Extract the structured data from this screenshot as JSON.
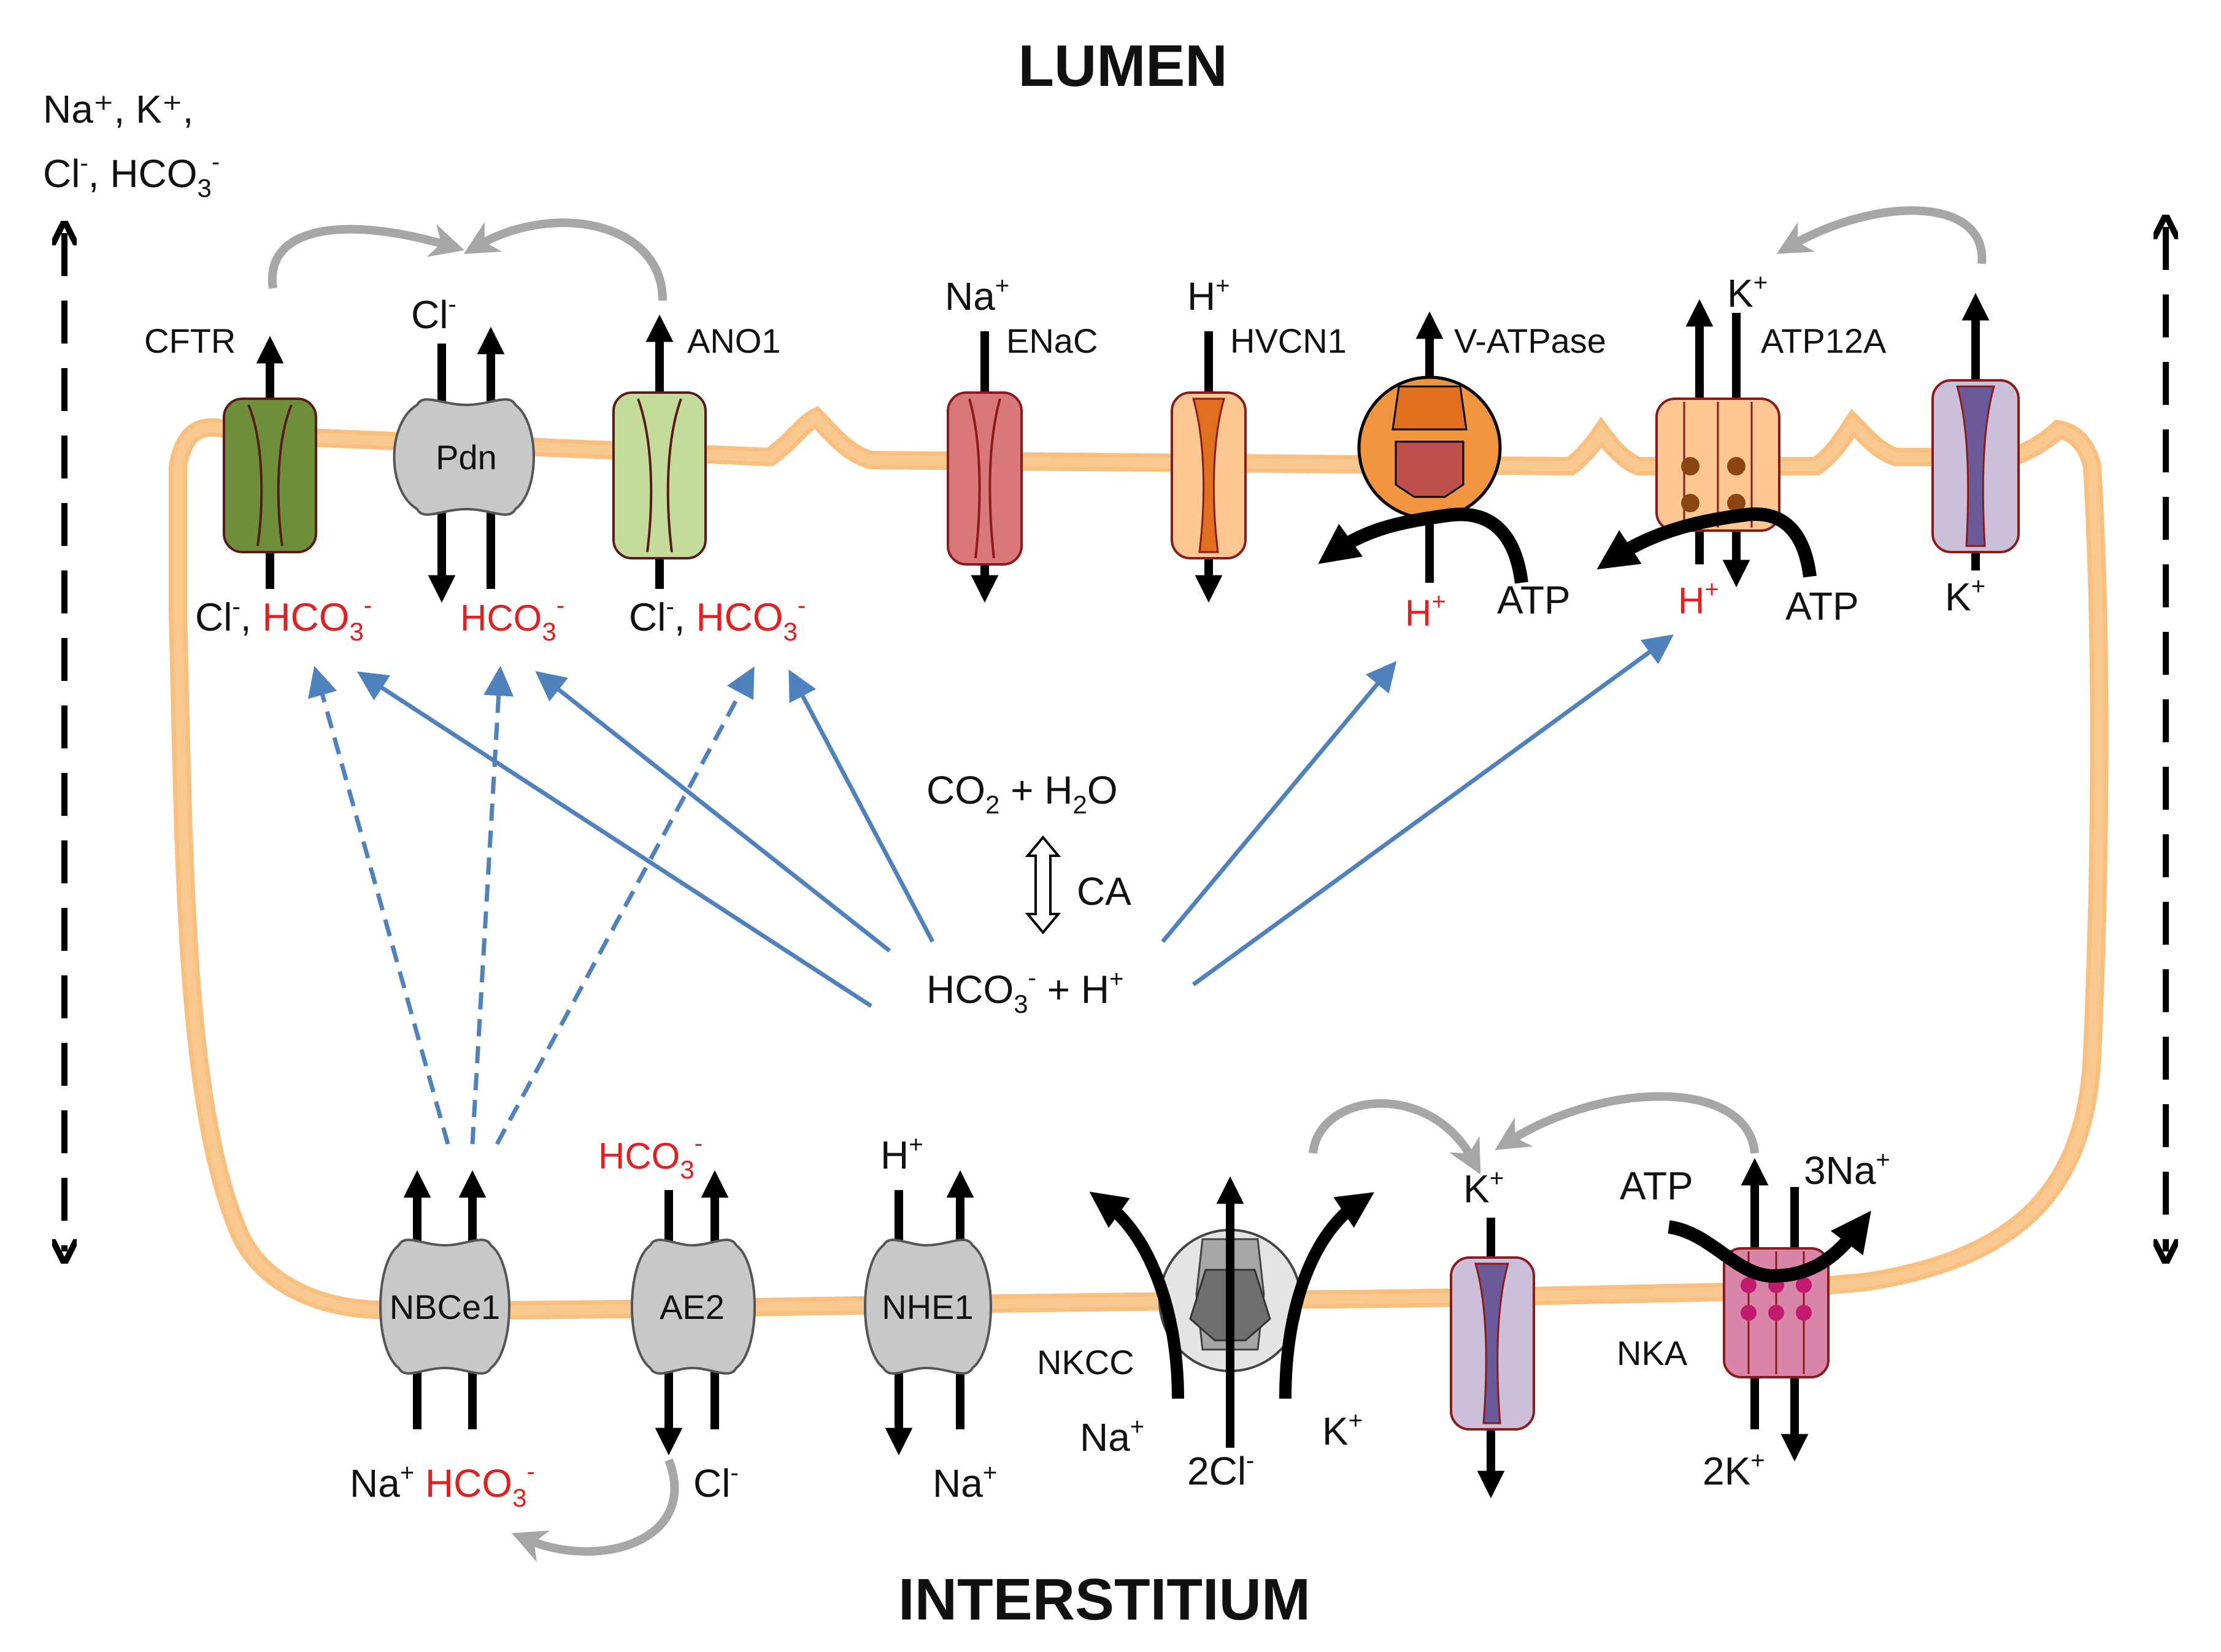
{
  "titles": {
    "top": "LUMEN",
    "bottom": "INTERSTITIUM"
  },
  "paracellular": {
    "line1": "Na⁺, K⁺,",
    "line2_a": "Cl",
    "line2_a_sup": "-",
    "line2_b": ", HCO",
    "line2_b_sub": "3",
    "line2_b_sup": "-"
  },
  "center": {
    "co2_a": "CO",
    "co2_sub": "2",
    "co2_b": " + H",
    "h2o_sub": "2",
    "h2o_b": "O",
    "ca": "CA",
    "hco3": "HCO",
    "hco3_sub": "3",
    "hco3_sup": "-",
    "plus_h": " + H",
    "h_sup": "+"
  },
  "apical": {
    "cftr": {
      "name": "CFTR",
      "below": "Cl",
      "below_sup": "-",
      "below_sep": ", ",
      "below_red": "HCO",
      "below_red_sub": "3",
      "below_red_sup": "-"
    },
    "pdn": {
      "name": "Pdn",
      "above": "Cl",
      "above_sup": "-",
      "below_red": "HCO",
      "below_red_sub": "3",
      "below_red_sup": "-"
    },
    "ano1": {
      "name": "ANO1",
      "below": "Cl",
      "below_sup": "-",
      "below_sep": ", ",
      "below_red": "HCO",
      "below_red_sub": "3",
      "below_red_sup": "-"
    },
    "enac": {
      "name": "ENaC",
      "above": "Na",
      "above_sup": "+"
    },
    "hvcn1": {
      "name": "HVCN1",
      "above": "H",
      "above_sup": "+"
    },
    "vatpase": {
      "name": "V-ATPase",
      "below_red": "H",
      "below_red_sup": "+",
      "atp": "ATP"
    },
    "atp12a": {
      "name": "ATP12A",
      "above": "K",
      "above_sup": "+",
      "below_red": "H",
      "below_red_sup": "+",
      "atp": "ATP"
    },
    "k_channel": {
      "below": "K",
      "below_sup": "+"
    }
  },
  "basolateral": {
    "nbce1": {
      "name": "NBCe1",
      "below_a": "Na",
      "below_a_sup": "+",
      "below_red": "HCO",
      "below_red_sub": "3",
      "below_red_sup": "-"
    },
    "ae2": {
      "name": "AE2",
      "above_red": "HCO",
      "above_red_sub": "3",
      "above_red_sup": "-",
      "below": "Cl",
      "below_sup": "-"
    },
    "nhe1": {
      "name": "NHE1",
      "above": "H",
      "above_sup": "+",
      "below": "Na",
      "below_sup": "+"
    },
    "nkcc": {
      "name": "NKCC",
      "na": "Na",
      "na_sup": "+",
      "cl": "2Cl",
      "cl_sup": "-",
      "k": "K",
      "k_sup": "+"
    },
    "k_channel": {
      "above": "K",
      "above_sup": "+"
    },
    "nka": {
      "name": "NKA",
      "atp": "ATP",
      "na3": "3Na",
      "na3_sup": "+",
      "k2": "2K",
      "k2_sup": "+"
    }
  },
  "colors": {
    "membrane": "#f9bf7f",
    "membrane_edge": "#d4944a",
    "ion_red": "#e32021",
    "blue_arrow": "#4f81bd",
    "grey_arrow": "#a6a6a6",
    "cftr_green": "#6e8f3a",
    "ano1_green": "#c4dc9a",
    "enac_red": "#d9787a",
    "hvcn1_orange": "#e0701e",
    "vatpase_orange": "#f0943e",
    "atp12a_peach": "#fcc792",
    "k_channel_purple": "#cbbfd9",
    "nka_pink": "#d985a8",
    "exchanger_grey": "#c8c8c8"
  }
}
